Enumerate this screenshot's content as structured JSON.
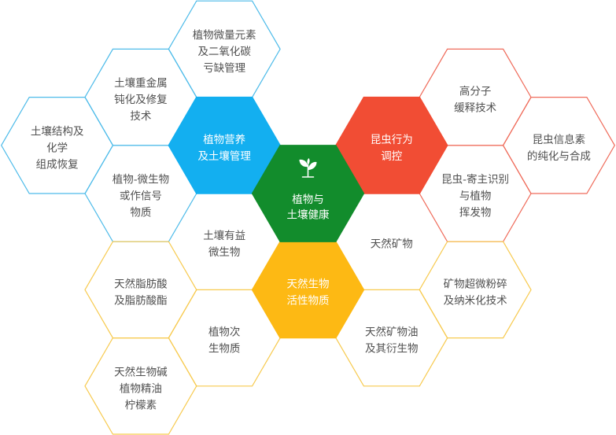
{
  "background": "#ffffff",
  "hexagons": {
    "micronutrient_co2": {
      "lines": [
        "植物微量元素",
        "及二氧化碳",
        "亏缺管理"
      ],
      "stroke": "#4dbbe9",
      "text_color": "#505050"
    },
    "heavy_metal": {
      "lines": [
        "土壤重金属",
        "钝化及修复",
        "技术"
      ],
      "stroke": "#4dbbe9",
      "text_color": "#505050"
    },
    "plant_nutrition": {
      "lines": [
        "植物营养",
        "及土壤管理"
      ],
      "fill": "#13aff0",
      "text_color": "#ffffff"
    },
    "soil_structure": {
      "lines": [
        "土壤结构及",
        "化学",
        "组成恢复"
      ],
      "stroke": "#4dbbe9",
      "text_color": "#505050"
    },
    "plant_microbe": {
      "lines": [
        "植物-微生物",
        "或作信号",
        "物质"
      ],
      "stroke": "#4dbbe9",
      "text_color": "#505050"
    },
    "beneficial_microbes": {
      "lines": [
        "土壤有益",
        "微生物"
      ],
      "text_color": "#505050"
    },
    "plant_soil_health": {
      "lines": [
        "植物与",
        "土壤健康"
      ],
      "fill": "#128c2c",
      "text_color": "#ffffff",
      "icon": "sprout-icon"
    },
    "insect_behavior": {
      "lines": [
        "昆虫行为",
        "调控"
      ],
      "fill": "#f14d34",
      "text_color": "#ffffff"
    },
    "polymer_release": {
      "lines": [
        "高分子",
        "缓释技术"
      ],
      "stroke": "#ef6b5a",
      "text_color": "#505050"
    },
    "pheromone": {
      "lines": [
        "昆虫信息素",
        "的纯化与合成"
      ],
      "stroke": "#ef6b5a",
      "text_color": "#505050"
    },
    "host_recognition": {
      "lines": [
        "昆虫-寄主识别",
        "与植物",
        "挥发物"
      ],
      "stroke": "#ef6b5a",
      "text_color": "#505050"
    },
    "natural_minerals": {
      "lines": [
        "天然矿物"
      ],
      "text_color": "#505050"
    },
    "bioactive_substances": {
      "lines": [
        "天然生物",
        "活性物质"
      ],
      "fill": "#fdb914",
      "text_color": "#ffffff"
    },
    "mineral_micronization": {
      "lines": [
        "矿物超微粉碎",
        "及纳米化技术"
      ],
      "stroke": "#f7ca4f",
      "text_color": "#505050"
    },
    "mineral_oil": {
      "lines": [
        "天然矿物油",
        "及其衍生物"
      ],
      "stroke": "#f7ca4f",
      "text_color": "#505050"
    },
    "secondary_metabolites": {
      "lines": [
        "植物次",
        "生物质"
      ],
      "stroke": "#f7ca4f",
      "text_color": "#505050"
    },
    "fatty_acids": {
      "lines": [
        "天然脂肪酸",
        "及脂肪酸酯"
      ],
      "stroke": "#f7ca4f",
      "text_color": "#505050"
    },
    "alkaloids_oils": {
      "lines": [
        "天然生物碱",
        "植物精油",
        "柠檬素"
      ],
      "stroke": "#f7ca4f",
      "text_color": "#505050"
    }
  }
}
